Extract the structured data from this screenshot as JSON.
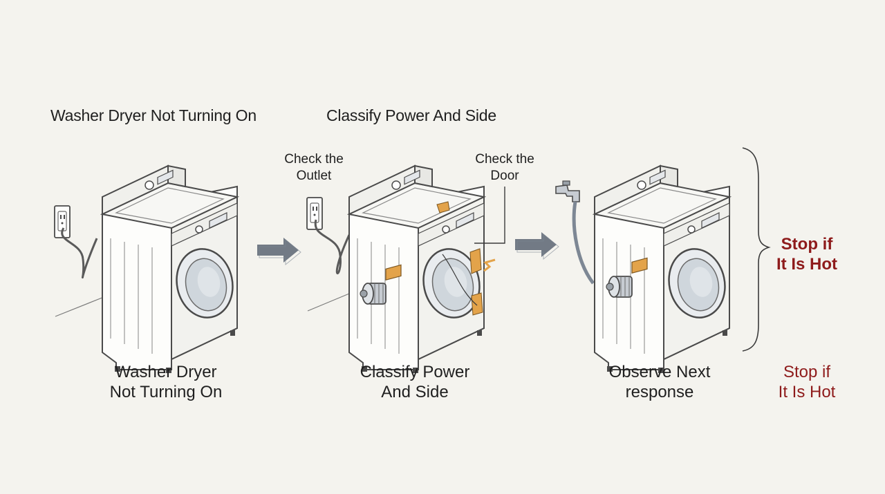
{
  "headings": {
    "step1": "Washer Dryer Not Turning On",
    "step2": "Classify Power And Side"
  },
  "callouts": {
    "outlet": [
      "Check the",
      "Outlet"
    ],
    "door": [
      "Check the",
      "Door"
    ]
  },
  "captions": {
    "step1": [
      "Washer Dryer",
      "Not Turning On"
    ],
    "step2": [
      "Classify Power",
      "And Side"
    ],
    "step3": [
      "Observe Next",
      "response"
    ]
  },
  "warning": {
    "side": [
      "Stop if",
      "It Is Hot"
    ],
    "bottom": [
      "Stop if",
      "It Is Hot"
    ]
  },
  "colors": {
    "background": "#f4f3ee",
    "line": "#4a4a4a",
    "arrow": "#5a6472",
    "highlight": "#e3a34a",
    "warning": "#8e1b1b"
  },
  "icons": [
    "power-outlet-icon",
    "washer-dryer-icon",
    "flow-arrow-icon",
    "motor-icon",
    "water-tap-icon",
    "hose-icon",
    "bracket-icon"
  ]
}
